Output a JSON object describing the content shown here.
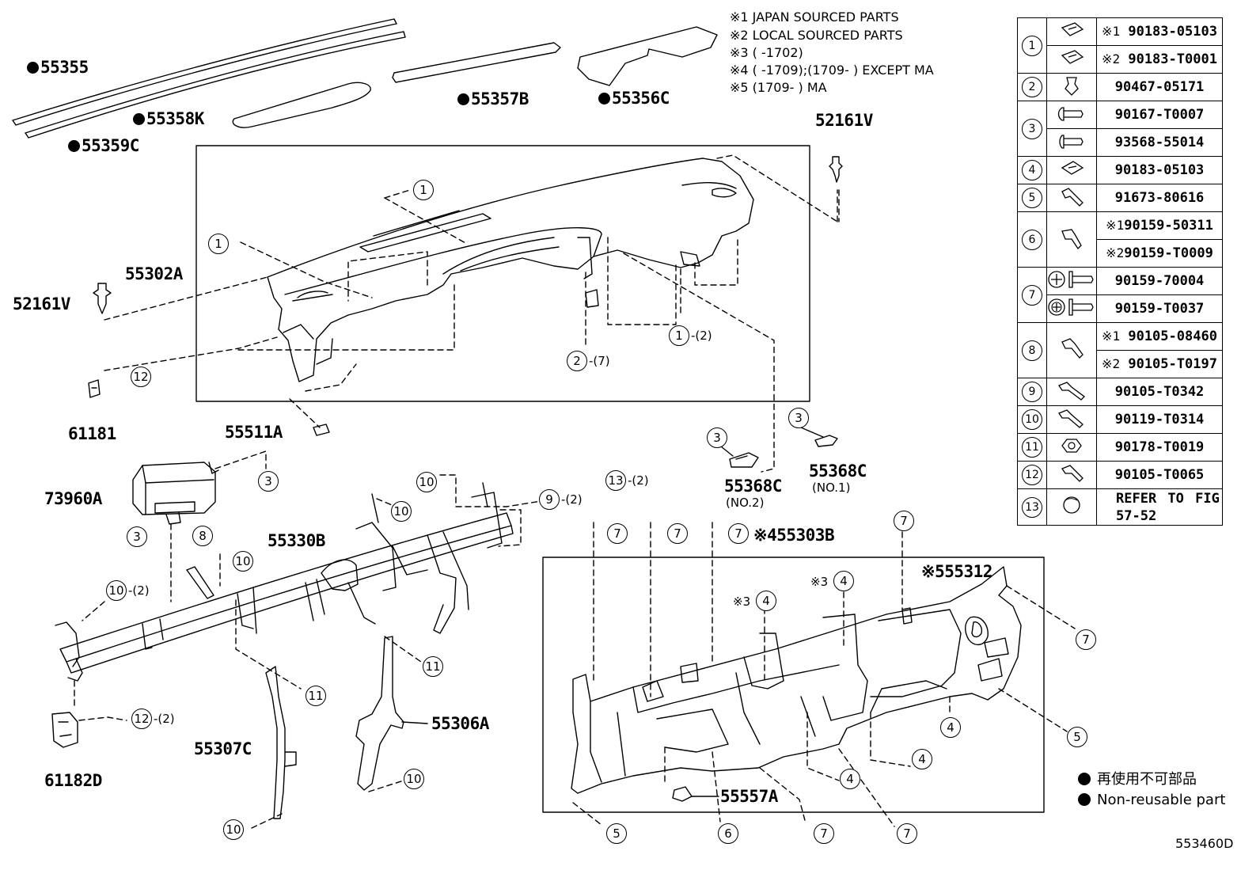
{
  "notes": [
    "※1  JAPAN SOURCED PARTS",
    "※2  LOCAL SOURCED PARTS",
    "※3  (        -1702)",
    "※4  (        -1709);(1709-        ) EXCEPT MA",
    "※5  (1709-        ) MA"
  ],
  "labels": {
    "p55355": "55355",
    "p55359C": "55359C",
    "p55358K": "55358K",
    "p55357B": "55357B",
    "p55356C": "55356C",
    "p52161V_r": "52161V",
    "p52161V_l": "52161V",
    "p55302A": "55302A",
    "p61181": "61181",
    "p55511A": "55511A",
    "p73960A": "73960A",
    "p55330B": "55330B",
    "p55368C_2": "55368C",
    "p55368C_2_sub": "(NO.2)",
    "p55368C_1": "55368C",
    "p55368C_1_sub": "(NO.1)",
    "p55303B": "※455303B",
    "p55312": "※555312",
    "p55306A": "55306A",
    "p55307C": "55307C",
    "p61182D": "61182D",
    "p55557A": "55557A",
    "figure_code": "553460D"
  },
  "callouts": {
    "c1a": "1",
    "c1b": "1",
    "c1c": "1",
    "c1c_sfx": "-(2)",
    "c2": "2",
    "c2_sfx": "-(7)",
    "c12a": "12",
    "c3a": "3",
    "c3b": "3",
    "c3c": "3",
    "c3d": "3",
    "c8": "8",
    "c10a": "10",
    "c10b": "10",
    "c10c": "10",
    "c10d": "10",
    "c10d_sfx": "-(2)",
    "c10e": "10",
    "c10f": "10",
    "c9": "9",
    "c9_sfx": "-(2)",
    "c13": "13",
    "c13_sfx": "-(2)",
    "c7a": "7",
    "c7b": "7",
    "c7c": "7",
    "c7d": "7",
    "c7e": "7",
    "c7f": "7",
    "c7g": "7",
    "c4a": "4",
    "c4a_pfx": "※3",
    "c4b": "4",
    "c4b_pfx": "※3",
    "c4c": "4",
    "c4d": "4",
    "c4e": "4",
    "c5a": "5",
    "c5b": "5",
    "c6": "6",
    "c11a": "11",
    "c11b": "11",
    "c12b": "12",
    "c12b_sfx": "-(2)"
  },
  "parts_table": [
    {
      "no": "1",
      "icon": "clip-nut-icon",
      "rows": [
        {
          "note": "※1",
          "part": "90183-05103"
        },
        {
          "note": "※2",
          "part": "90183-T0001"
        }
      ]
    },
    {
      "no": "2",
      "icon": "clip-icon",
      "rows": [
        {
          "note": "",
          "part": "90467-05171"
        }
      ]
    },
    {
      "no": "3",
      "icon": "screw-icon",
      "rows": [
        {
          "note": "",
          "part": "90167-T0007"
        },
        {
          "note": "",
          "part": "93568-55014"
        }
      ]
    },
    {
      "no": "4",
      "icon": "clip-nut-icon",
      "rows": [
        {
          "note": "",
          "part": "90183-05103"
        }
      ]
    },
    {
      "no": "5",
      "icon": "bolt-icon",
      "rows": [
        {
          "note": "",
          "part": "91673-80616"
        }
      ]
    },
    {
      "no": "6",
      "icon": "bolt-icon",
      "rows": [
        {
          "note": "※1",
          "part": "90159-50311"
        },
        {
          "note": "※2",
          "part": "90159-T0009"
        }
      ]
    },
    {
      "no": "7",
      "icon": "screw-icon",
      "rows": [
        {
          "note": "",
          "part": "90159-70004"
        },
        {
          "note": "",
          "part": "90159-T0037"
        }
      ]
    },
    {
      "no": "8",
      "icon": "bolt-icon",
      "rows": [
        {
          "note": "※1",
          "part": "90105-08460"
        },
        {
          "note": "※2",
          "part": "90105-T0197"
        }
      ]
    },
    {
      "no": "9",
      "icon": "bolt-icon",
      "rows": [
        {
          "note": "",
          "part": "90105-T0342"
        }
      ]
    },
    {
      "no": "10",
      "icon": "bolt-icon",
      "rows": [
        {
          "note": "",
          "part": "90119-T0314"
        }
      ]
    },
    {
      "no": "11",
      "icon": "nut-icon",
      "rows": [
        {
          "note": "",
          "part": "90178-T0019"
        }
      ]
    },
    {
      "no": "12",
      "icon": "bolt-icon",
      "rows": [
        {
          "note": "",
          "part": "90105-T0065"
        }
      ]
    },
    {
      "no": "13",
      "icon": "cap-icon",
      "rows": [
        {
          "note": "",
          "part": "REFER TO FIG 57-52"
        }
      ]
    }
  ],
  "legend": {
    "line1": "再使用不可部品",
    "line2": "Non-reusable part"
  }
}
